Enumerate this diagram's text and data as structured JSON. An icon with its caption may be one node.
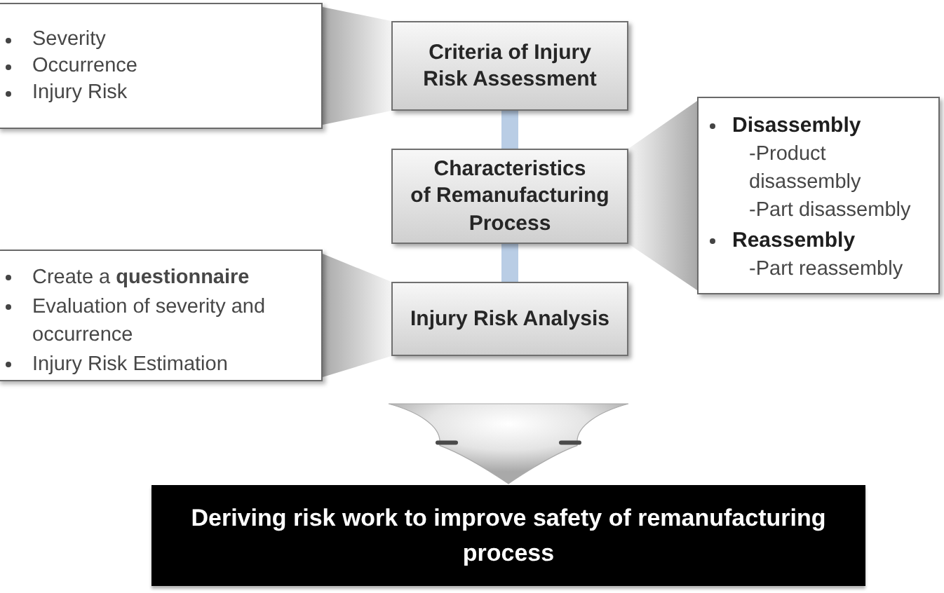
{
  "diagram": {
    "nodes": [
      {
        "text": [
          "Severity",
          "Occurrence",
          "Injury Risk"
        ]
      },
      {
        "text": [
          "Criteria of Injury Risk Assessment"
        ]
      },
      {
        "text": [
          "Disassembly",
          "-Product disassembly",
          "-Part disassembly",
          "Reassembly",
          "-Part reassembly"
        ]
      },
      {
        "text": [
          "Characteristics of Remanufacturing Process"
        ]
      },
      {
        "text": [
          "Create a **questionnaire**",
          "Evaluation of severity and occurrence",
          "Injury Risk Estimation"
        ]
      },
      {
        "text": [
          "Injury Risk Analysis"
        ]
      },
      {
        "text": [
          "Deriving risk work to improve safety of remanufacturing process"
        ]
      }
    ],
    "edges": [
      {
        "from": 0,
        "to": 1,
        "arrow": "none",
        "style": "thick"
      },
      {
        "from": 1,
        "to": 3,
        "arrow": "none",
        "color": "#b9cde5"
      },
      {
        "from": 2,
        "to": 3,
        "arrow": "none",
        "style": "thick"
      },
      {
        "from": 3,
        "to": 5,
        "arrow": "none",
        "color": "#b9cde5"
      },
      {
        "from": 4,
        "to": 5,
        "arrow": "none",
        "style": "thick"
      },
      {
        "from": null,
        "to": 6,
        "arrow": "to",
        "style": "thick"
      }
    ]
  }
}
